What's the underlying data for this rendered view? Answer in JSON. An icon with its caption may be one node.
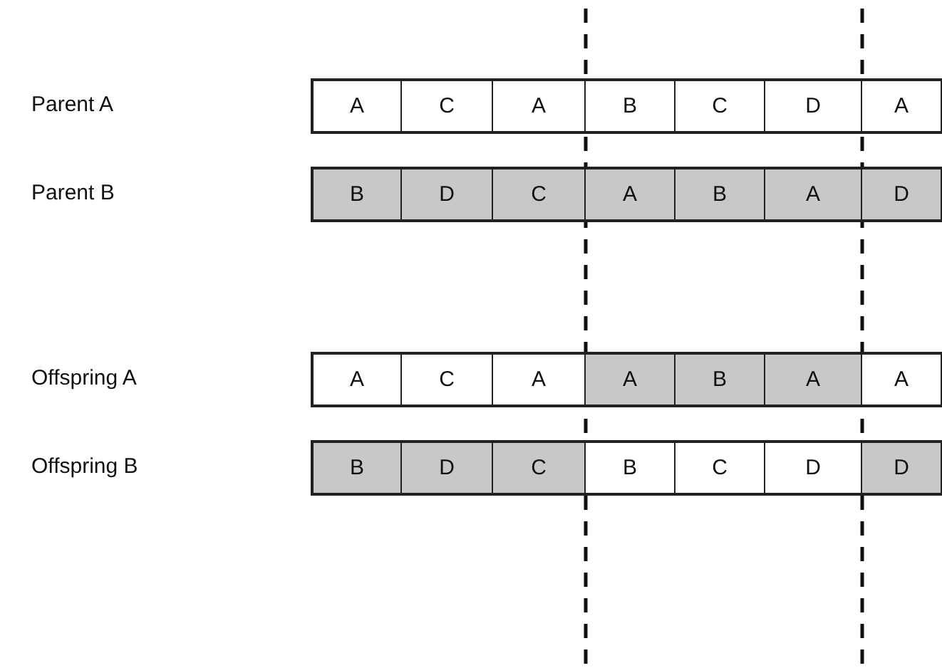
{
  "diagram": {
    "nodes": [
      {
        "text": [
          "A"
        ]
      },
      {
        "text": [
          "C"
        ]
      },
      {
        "text": [
          "A"
        ]
      },
      {
        "text": [
          "B"
        ]
      },
      {
        "text": [
          "C"
        ]
      },
      {
        "text": [
          "D"
        ]
      },
      {
        "text": [
          "A"
        ]
      },
      {
        "text": [
          "B"
        ]
      },
      {
        "text": [
          "D"
        ]
      },
      {
        "text": [
          "C"
        ]
      },
      {
        "text": [
          "A"
        ]
      },
      {
        "text": [
          "B"
        ]
      },
      {
        "text": [
          "A"
        ]
      },
      {
        "text": [
          "D"
        ]
      },
      {
        "text": [
          "A"
        ]
      },
      {
        "text": [
          "C"
        ]
      },
      {
        "text": [
          "A"
        ]
      },
      {
        "text": [
          "A"
        ]
      },
      {
        "text": [
          "B"
        ]
      },
      {
        "text": [
          "A"
        ]
      },
      {
        "text": [
          "A"
        ]
      },
      {
        "text": [
          "B"
        ]
      },
      {
        "text": [
          "D"
        ]
      },
      {
        "text": [
          "C"
        ]
      },
      {
        "text": [
          "B"
        ]
      },
      {
        "text": [
          "C"
        ]
      },
      {
        "text": [
          "D"
        ]
      },
      {
        "text": [
          "D"
        ]
      }
    ],
    "labels": [
      "Parent A",
      "Parent B",
      "Offspring A",
      "Offspring B"
    ]
  }
}
